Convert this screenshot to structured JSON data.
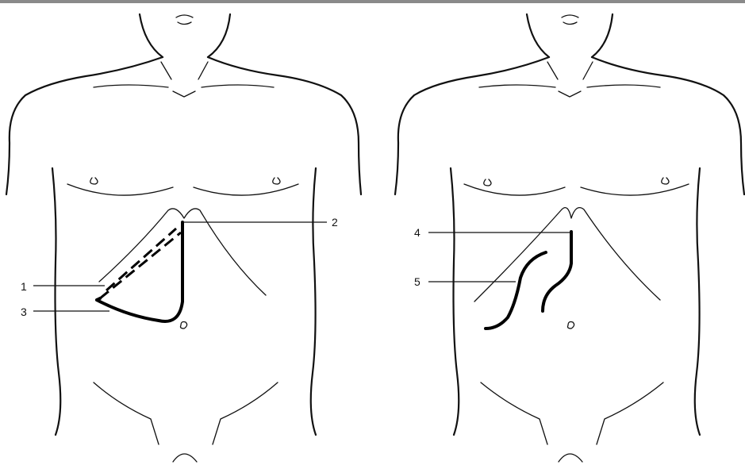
{
  "labels": {
    "l1": "1",
    "l2": "2",
    "l3": "3",
    "l4": "4",
    "l5": "5"
  },
  "colors": {
    "line": "#111111",
    "incision": "#000000",
    "background": "#ffffff",
    "topbar": "#8a8a8a"
  },
  "icons": [
    "torso-outline",
    "incision-line",
    "leader-line"
  ]
}
